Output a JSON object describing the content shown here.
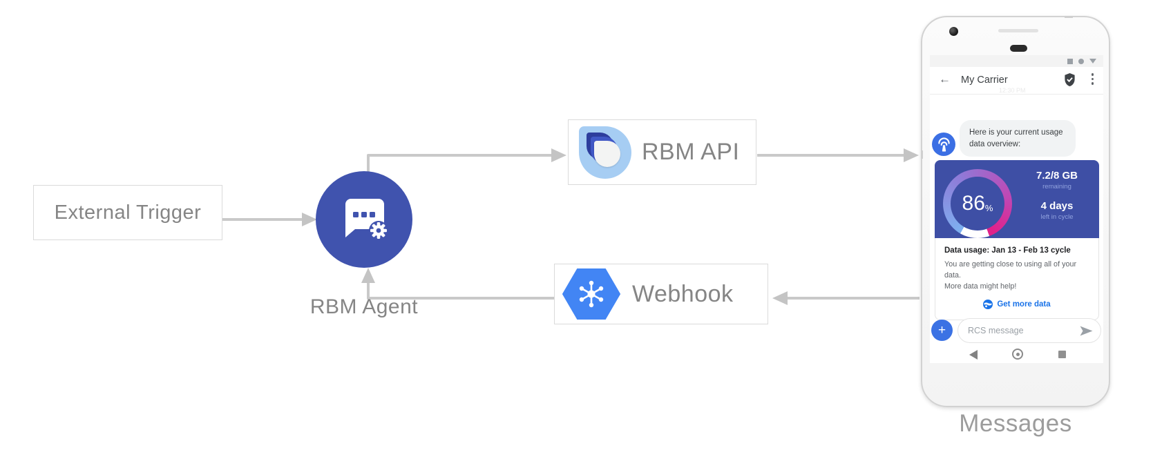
{
  "nodes": {
    "external_trigger": "External Trigger",
    "rbm_agent": "RBM Agent",
    "rbm_api": "RBM API",
    "webhook": "Webhook"
  },
  "phone": {
    "caption": "Messages",
    "header": {
      "back_icon": "←",
      "title": "My Carrier",
      "time_watermark": "12:30 PM"
    },
    "chat": {
      "agent_message": "Here is your current usage data overview:",
      "usage_card": {
        "percent": "86",
        "percent_unit": "%",
        "remaining_value": "7.2/8 GB",
        "remaining_label": "remaining",
        "cycle_value": "4 days",
        "cycle_label": "left in cycle",
        "title": "Data usage: Jan 13 - Feb 13 cycle",
        "body_line1": "You are getting close to using all of your data.",
        "body_line2": "More data might help!",
        "cta_label": "Get more data"
      }
    },
    "composer": {
      "plus_icon": "+",
      "placeholder": "RCS message"
    }
  },
  "colors": {
    "arrow": "#c9c9c9",
    "agent_blue": "#4053ae",
    "card_blue": "#3e4fa5",
    "gauge_pink": "#e0218a",
    "gauge_light_blue": "#7db0f0",
    "link_blue": "#1a73e8",
    "avatar_blue": "#3b6fe4",
    "hexagon_blue": "#4285f4",
    "label_gray": "#858585"
  }
}
